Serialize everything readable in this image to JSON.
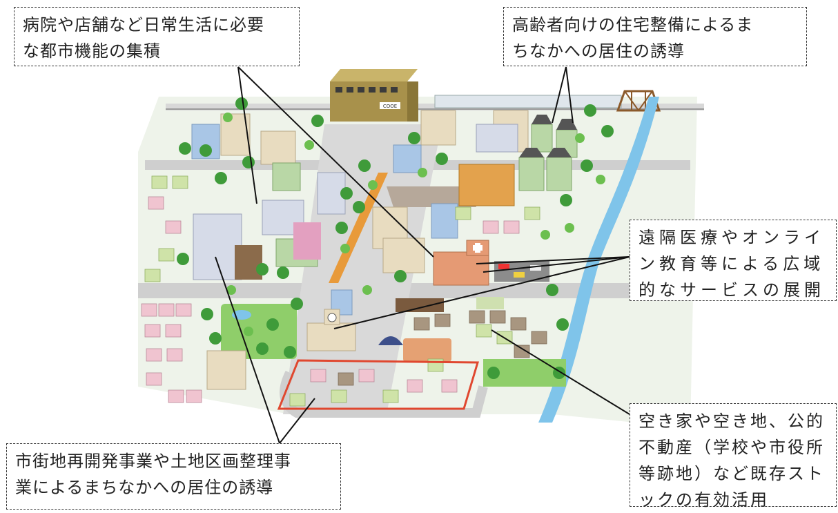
{
  "callouts": {
    "urban_functions": "病院や店舗など日常生活に必要\nな都市機能の集積",
    "elderly_housing": "高齢者向けの住宅整備によるま\nちなかへの居住の誘導",
    "remote_services": "遠隔医療やオンライ\nン教育等による広域\n的なサービスの展開",
    "vacant_stock": "空き家や空き地、公的\n不動産（学校や市役所\n等跡地）など既存スト\nックの有効活用",
    "redevelopment": "市街地再開発事業や土地区画整理事\n業によるまちなかへの居住の誘導"
  },
  "illustration": {
    "station_sign": "COOE"
  },
  "colors": {
    "road": "#c9c9c9",
    "river": "#7fc4ea",
    "tree": "#3f9b3a",
    "tree_light": "#6cbf4f",
    "grass": "#8fce6a",
    "orange_road": "#e89a3a",
    "highlight_frame": "#e0472f"
  }
}
